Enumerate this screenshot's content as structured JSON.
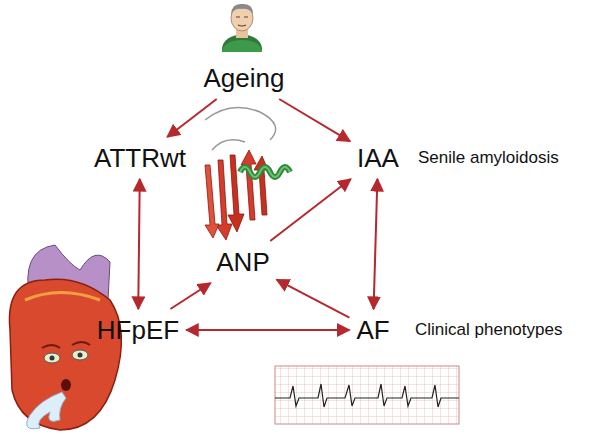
{
  "diagram": {
    "nodes": [
      {
        "text": [
          "Ageing"
        ]
      },
      {
        "text": [
          "ATTRwt"
        ]
      },
      {
        "text": [
          "IAA"
        ]
      },
      {
        "text": [
          "ANP"
        ]
      },
      {
        "text": [
          "HFpEF"
        ]
      },
      {
        "text": [
          "AF"
        ]
      }
    ],
    "edges": [
      {
        "from": 0,
        "to": 1,
        "arrow": "to"
      },
      {
        "from": 0,
        "to": 2,
        "arrow": "to"
      },
      {
        "from": 1,
        "to": 4,
        "arrow": "both"
      },
      {
        "from": 2,
        "to": 5,
        "arrow": "both"
      },
      {
        "from": 4,
        "to": 3,
        "arrow": "to"
      },
      {
        "from": 5,
        "to": 3,
        "arrow": "to"
      },
      {
        "from": 3,
        "to": 2,
        "arrow": "to"
      },
      {
        "from": 4,
        "to": 5,
        "arrow": "both"
      }
    ],
    "labels": [
      "Senile amyloidosis",
      "Clinical phenotypes"
    ]
  }
}
